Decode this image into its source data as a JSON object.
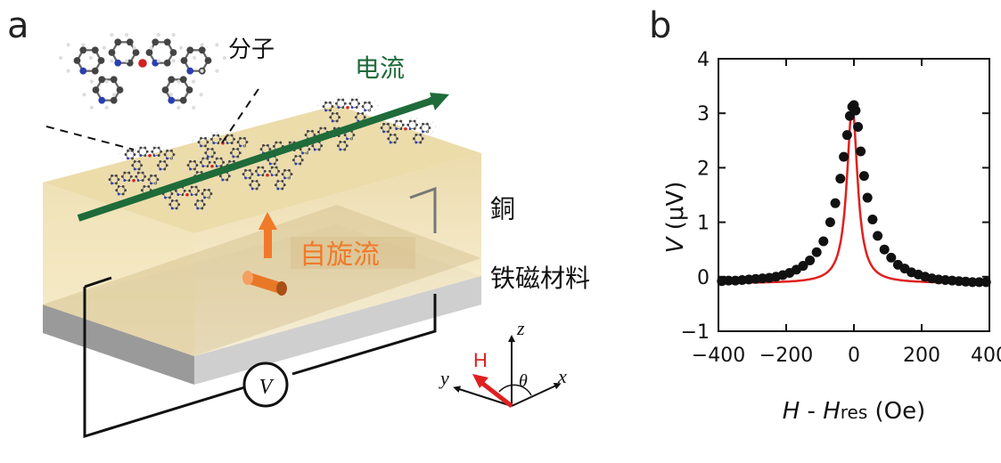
{
  "panel_a": {
    "label": "a",
    "molecule_label": "分子",
    "current_label": "电流",
    "copper_label": "銅",
    "spin_current_label": "自旋流",
    "ferromagnet_label": "铁磁材料",
    "voltmeter_label": "V",
    "axes": {
      "z": "z",
      "x": "x",
      "y": "y",
      "h": "H",
      "theta": "θ"
    },
    "colors": {
      "current": "#1f6b3a",
      "spin": "#f07a2a",
      "field": "#e02020"
    }
  },
  "panel_b": {
    "label": "b",
    "ylabel_var": "V",
    "ylabel_unit": " (μV)",
    "xlabel_var1": "H",
    "xlabel_mid": " - ",
    "xlabel_var2": "H",
    "xlabel_sub": "res",
    "xlabel_unit": " (Oe)"
  },
  "chart_data": {
    "type": "scatter",
    "xlabel": "H - Hres (Oe)",
    "ylabel": "V (μV)",
    "xlim": [
      -400,
      400
    ],
    "ylim": [
      -1,
      4
    ],
    "xticks": [
      -400,
      -200,
      0,
      200,
      400
    ],
    "yticks": [
      -1,
      0,
      1,
      2,
      3,
      4
    ],
    "xtick_labels": [
      "−400",
      "−200",
      "0",
      "200",
      "400"
    ],
    "ytick_labels": [
      "−1",
      "0",
      "1",
      "2",
      "3",
      "4"
    ],
    "series": [
      {
        "kind": "points",
        "color": "#111111",
        "x": [
          -390,
          -370,
          -350,
          -330,
          -310,
          -290,
          -270,
          -250,
          -230,
          -210,
          -190,
          -170,
          -150,
          -130,
          -110,
          -90,
          -70,
          -55,
          -40,
          -30,
          -20,
          -12,
          -5,
          0,
          5,
          12,
          20,
          30,
          40,
          55,
          70,
          90,
          110,
          130,
          150,
          170,
          190,
          210,
          230,
          250,
          270,
          290,
          310,
          330,
          350,
          370,
          390
        ],
        "y": [
          -0.08,
          -0.07,
          -0.07,
          -0.06,
          -0.05,
          -0.04,
          -0.03,
          -0.02,
          0.0,
          0.03,
          0.07,
          0.13,
          0.2,
          0.3,
          0.45,
          0.65,
          1.0,
          1.35,
          1.8,
          2.2,
          2.6,
          2.95,
          3.12,
          3.15,
          3.05,
          2.75,
          2.3,
          1.85,
          1.45,
          1.05,
          0.75,
          0.5,
          0.35,
          0.22,
          0.15,
          0.08,
          0.04,
          0.0,
          -0.03,
          -0.05,
          -0.06,
          -0.07,
          -0.08,
          -0.09,
          -0.1,
          -0.1,
          -0.1
        ]
      },
      {
        "kind": "fit",
        "color": "#e02020",
        "center": -5,
        "width": 38,
        "amplitude": 3.25,
        "offset": -0.12
      }
    ]
  }
}
